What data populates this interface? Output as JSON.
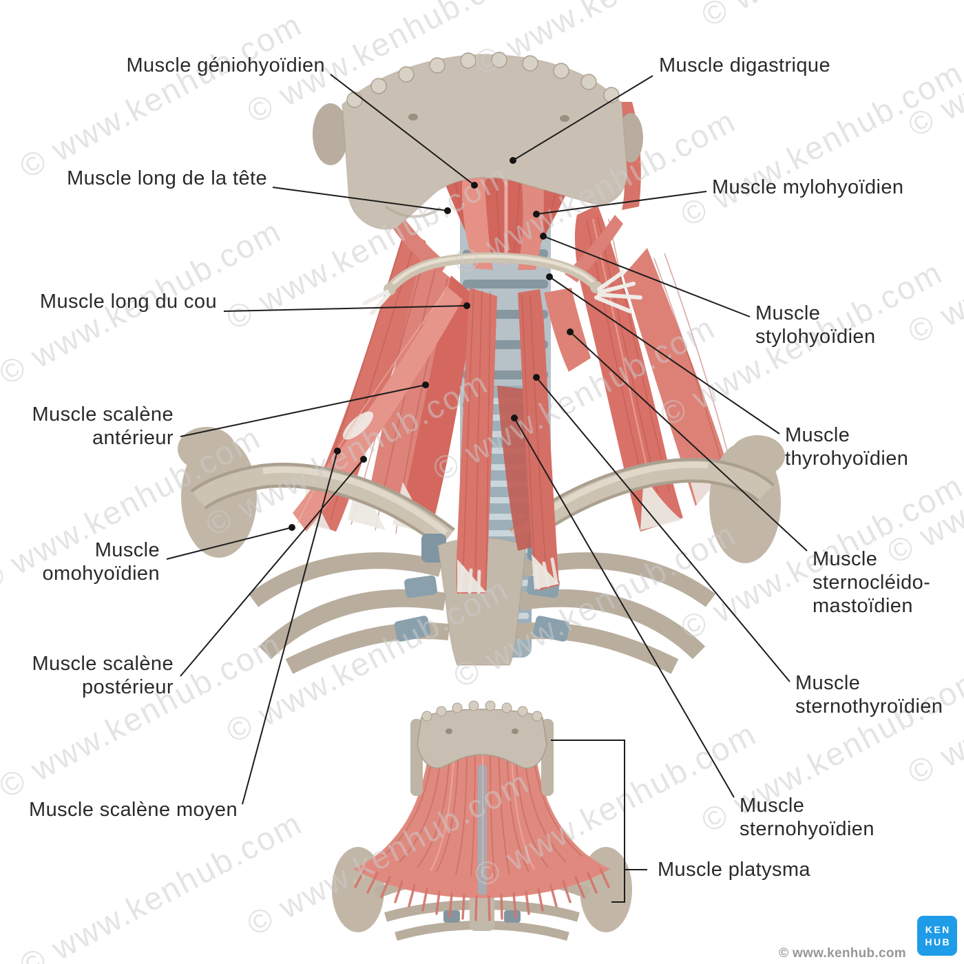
{
  "watermark": {
    "text": "© www.kenhub.com"
  },
  "labels": {
    "left": [
      {
        "id": "geniohyoidien",
        "lines": [
          "Muscle géniohyoïdien"
        ]
      },
      {
        "id": "long-de-la-tete",
        "lines": [
          "Muscle long de la tête"
        ]
      },
      {
        "id": "long-du-cou",
        "lines": [
          "Muscle long du cou"
        ]
      },
      {
        "id": "scalene-anterieur",
        "lines": [
          "Muscle scalène",
          "antérieur"
        ]
      },
      {
        "id": "omohyoidien",
        "lines": [
          "Muscle",
          "omohyoïdien"
        ]
      },
      {
        "id": "scalene-posterieur",
        "lines": [
          "Muscle scalène",
          "postérieur"
        ]
      },
      {
        "id": "scalene-moyen",
        "lines": [
          "Muscle scalène moyen"
        ]
      }
    ],
    "right": [
      {
        "id": "digastrique",
        "lines": [
          "Muscle digastrique"
        ]
      },
      {
        "id": "mylohyoidien",
        "lines": [
          "Muscle mylohyoïdien"
        ]
      },
      {
        "id": "stylohyoidien",
        "lines": [
          "Muscle",
          "stylohyoïdien"
        ]
      },
      {
        "id": "thyrohyoidien",
        "lines": [
          "Muscle",
          "thyrohyoïdien"
        ]
      },
      {
        "id": "sternocleido-mastoidien",
        "lines": [
          "Muscle",
          "sternocléido-",
          "mastoïdien"
        ]
      },
      {
        "id": "sternothyroidien",
        "lines": [
          "Muscle",
          "sternothyroïdien"
        ]
      },
      {
        "id": "sternohyoidien",
        "lines": [
          "Muscle",
          "sternohyoïdien"
        ]
      },
      {
        "id": "platysma",
        "lines": [
          "Muscle platysma"
        ]
      }
    ]
  },
  "footer": {
    "copyright": "© www.kenhub.com",
    "logo": {
      "line1": "KEN",
      "line2": "HUB"
    }
  },
  "palette": {
    "muscle": "#d9756b",
    "muscle_light": "#eda49b",
    "muscle_dark": "#b6554d",
    "bone": "#c6bcae",
    "bone_dark": "#a79c8c",
    "cartilage": "#8aa0ad",
    "tendon": "#ece8e2",
    "leader_line": "#1c1c1c",
    "watermark_gray": "#cccccc",
    "logo_blue": "#1e9ce8",
    "label_text": "#2a2a2a"
  }
}
